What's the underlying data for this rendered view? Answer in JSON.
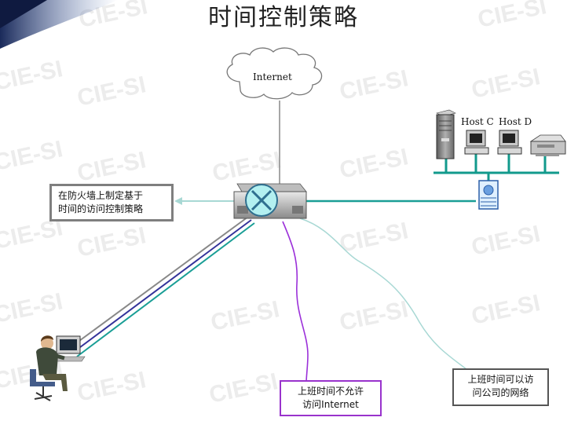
{
  "title": "时间控制策略",
  "cloud_label": "Internet",
  "hosts": [
    "Host C",
    "Host D"
  ],
  "note_left": [
    "在防火墙上制定基于",
    "时间的访问控制策略"
  ],
  "note_mid": [
    "上班时间不允许",
    "访问Internet"
  ],
  "note_right": [
    "上班时间可以访",
    "问公司的网络"
  ],
  "watermark": "CIE-SI",
  "colors": {
    "line_gray": "#888888",
    "line_teal": "#1a9e96",
    "line_purple": "#9b30d9",
    "line_navy": "#33339a",
    "line_light": "#a8d8d4",
    "bus": "#129a8c",
    "firewall": "#5a8fb0"
  },
  "icons": [
    "watermark-logo",
    "cloud-icon",
    "firewall-icon",
    "server-icon",
    "workstation-icon",
    "printer-icon",
    "switch-icon",
    "user-at-desk-icon"
  ]
}
